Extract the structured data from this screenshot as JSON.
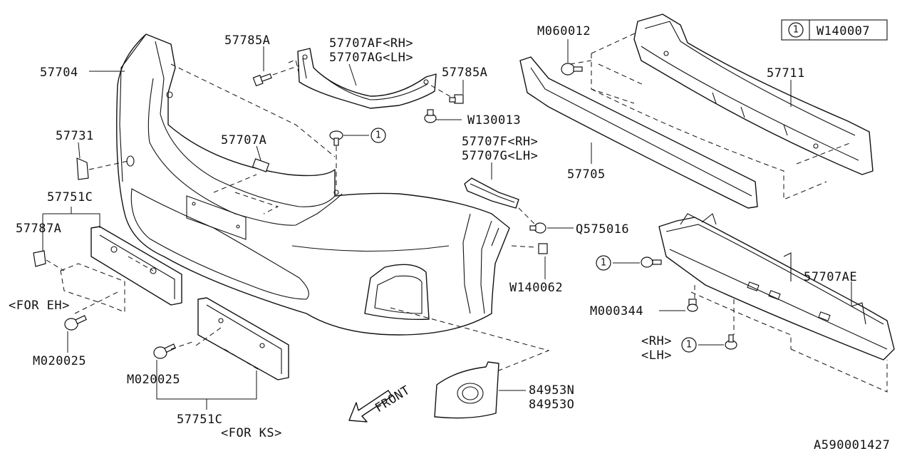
{
  "diagram": {
    "reference_id": "A590001427",
    "legend": {
      "number": "1",
      "part": "W140007"
    },
    "front_label": "FRONT",
    "ref_marker": "1",
    "parts": {
      "p57704": "57704",
      "p57731": "57731",
      "p57751C_top": "57751C",
      "p57787A": "57787A",
      "for_eh": "<FOR EH>",
      "p_m020025_left": "M020025",
      "p_m020025_mid": "M020025",
      "p57751C_bottom": "57751C",
      "for_ks": "<FOR KS>",
      "p57785A_left": "57785A",
      "p57707AF": "57707AF<RH>",
      "p57707AG": "57707AG<LH>",
      "p57785A_right": "57785A",
      "w130013": "W130013",
      "p57707A": "57707A",
      "p57707F": "57707F<RH>",
      "p57707G": "57707G<LH>",
      "q575016": "Q575016",
      "w140062": "W140062",
      "p84953N": "84953N",
      "p84953O": "84953O",
      "m060012": "M060012",
      "p57711": "57711",
      "p57705": "57705",
      "p57707AE": "57707AE",
      "m000344": "M000344",
      "rh": "<RH>",
      "lh": "<LH>"
    }
  }
}
